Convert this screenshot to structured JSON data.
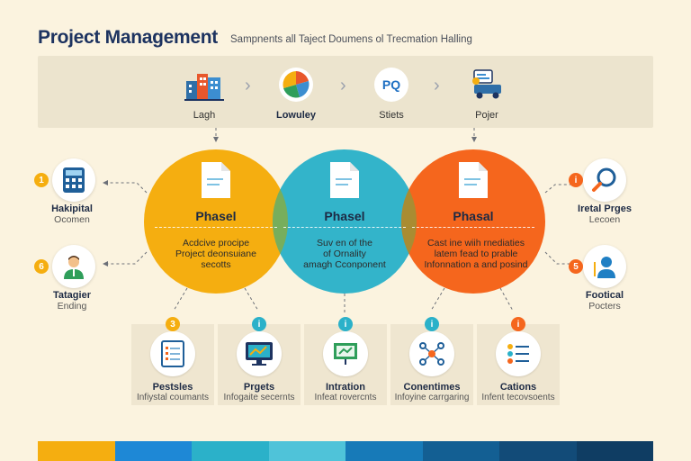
{
  "header": {
    "title": "Project Management",
    "subtitle": "Sampnents all Taject Doumens ol Trecmation Halling"
  },
  "top_steps": [
    {
      "label": "Lagh",
      "icon": "building-icon"
    },
    {
      "label": "Lowuley",
      "icon": "pie-chart-icon"
    },
    {
      "label": "Stiets",
      "icon": "pq-icon",
      "icon_text": "PQ"
    },
    {
      "label": "Pojer",
      "icon": "truck-icon"
    }
  ],
  "phases": [
    {
      "title": "Phasel",
      "desc_1": "Acdcive procipe",
      "desc_2": "Project deonsuiane",
      "desc_3": "secotts",
      "color": "#f5ae10"
    },
    {
      "title": "Phasel",
      "desc_1": "Suv en of the",
      "desc_2": "of Ornality",
      "desc_3": "amagh Cconponent",
      "color": "#2bb1c9"
    },
    {
      "title": "Phasal",
      "desc_1": "Cast ine wiih rnediaties",
      "desc_2": "latem fead to prable",
      "desc_3": "Infonnation a and posind",
      "color": "#f5661d"
    }
  ],
  "side_left": [
    {
      "badge": "1",
      "title": "Hakipital",
      "sub": "Ocomen",
      "icon": "calculator-icon"
    },
    {
      "badge": "6",
      "title": "Tatagier",
      "sub": "Ending",
      "icon": "person-icon"
    }
  ],
  "side_right": [
    {
      "badge": "i",
      "title": "Iretal Prges",
      "sub": "Lecoen",
      "icon": "magnifier-icon"
    },
    {
      "badge": "5",
      "title": "Footical",
      "sub": "Pocters",
      "icon": "user-icon"
    }
  ],
  "cards": [
    {
      "badge": "3",
      "title": "Pestsles",
      "sub": "Infiystal coumants",
      "icon": "document-icon",
      "badge_color": "#f5ae10"
    },
    {
      "badge": "i",
      "title": "Prgets",
      "sub": "Infogaite secernts",
      "icon": "monitor-icon",
      "badge_color": "#2bb1c9"
    },
    {
      "badge": "i",
      "title": "Intration",
      "sub": "Infeat rovercnts",
      "icon": "presentation-icon",
      "badge_color": "#2bb1c9"
    },
    {
      "badge": "i",
      "title": "Conentimes",
      "sub": "Infoyine carrgaring",
      "icon": "network-icon",
      "badge_color": "#2bb1c9"
    },
    {
      "badge": "i",
      "title": "Cations",
      "sub": "Infent tecovsoents",
      "icon": "list-icon",
      "badge_color": "#f5661d"
    }
  ],
  "strip_colors": [
    "#f5ae10",
    "#1e88d6",
    "#2bb1c9",
    "#4fc3d9",
    "#177ab8",
    "#135f93",
    "#124b78",
    "#0f3d63"
  ]
}
